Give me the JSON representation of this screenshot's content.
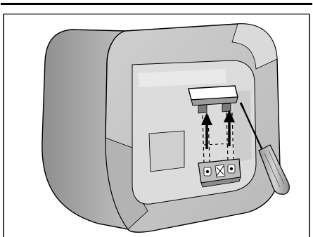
{
  "figure": {
    "subject": "speaker-rear-wall-bracket-mounting",
    "icons": [
      "speaker-cabinet",
      "wall-bracket",
      "mounting-arrow",
      "screwdriver"
    ],
    "colors": {
      "frame": "#000000",
      "background": "#ffffff",
      "cabinet_side": "#a9a9a9",
      "cabinet_front": "#c4c4c4",
      "cabinet_top": "#d2d2d2",
      "back_panel": "#dcdcdc",
      "screwdriver_handle": "#bdbdbd"
    }
  }
}
